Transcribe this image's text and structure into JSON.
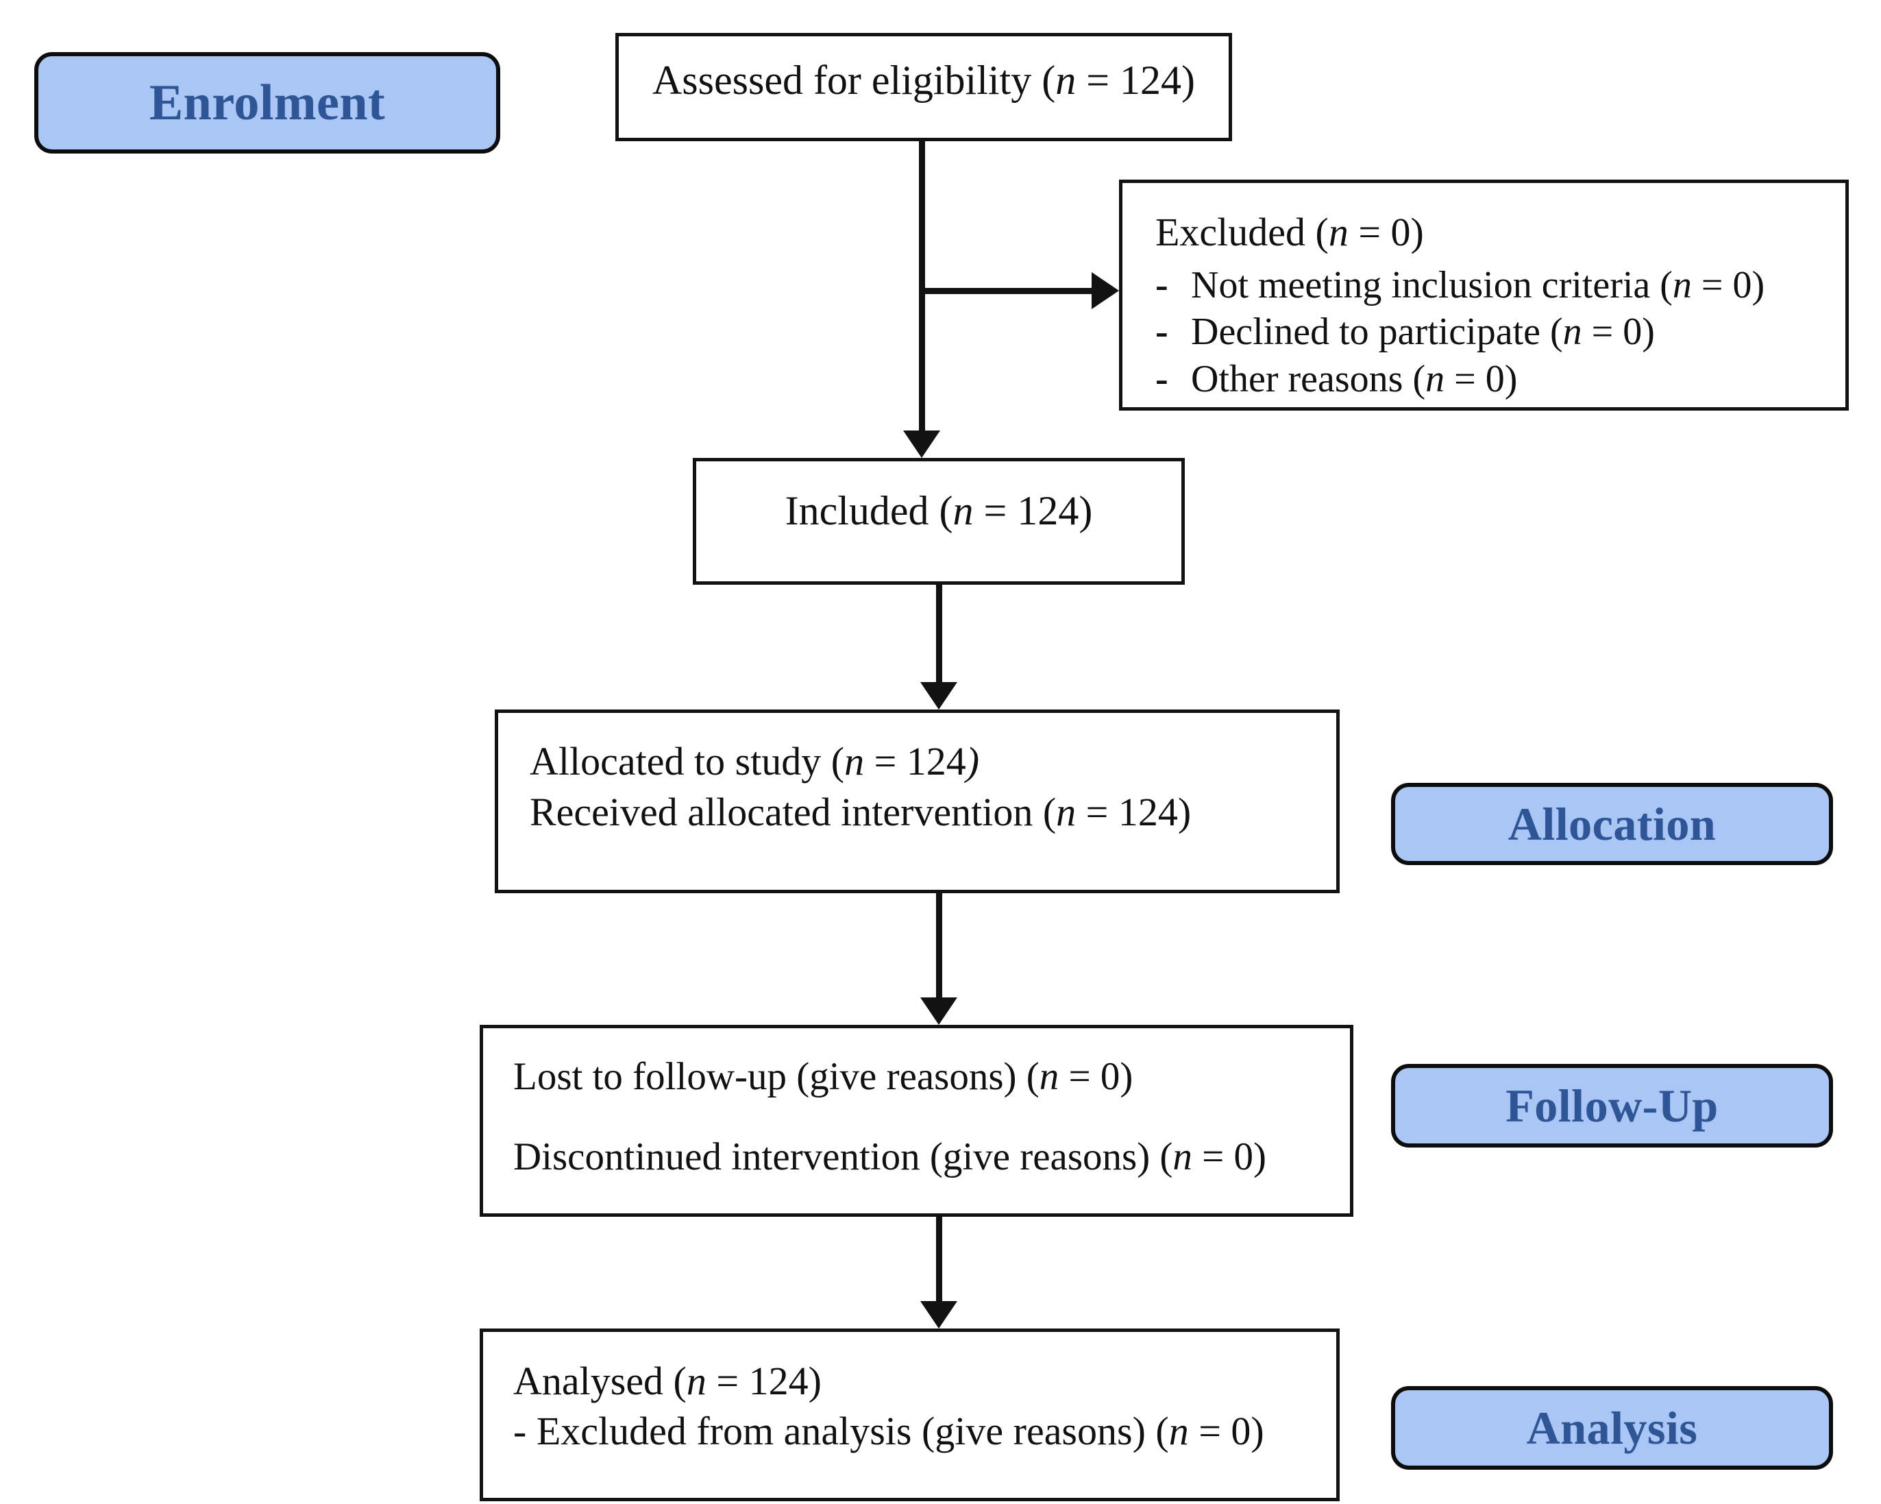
{
  "diagram": {
    "type": "consort-flow-diagram",
    "title": "CONSORT participant flow diagram",
    "colors": {
      "badge_fill": "#a9c6f5",
      "badge_text": "#2e5596",
      "box_border": "#121212",
      "box_fill": "#ffffff",
      "connector": "#121212"
    }
  },
  "stages": [
    {
      "id": "enrolment",
      "label": "Enrolment"
    },
    {
      "id": "allocation",
      "label": "Allocation"
    },
    {
      "id": "followup",
      "label": "Follow-Up"
    },
    {
      "id": "analysis",
      "label": "Analysis"
    }
  ],
  "boxes": {
    "assessed": {
      "id": "assessed-for-eligibility",
      "lines": [
        {
          "pre": "Assessed for eligibility (",
          "italic": "n",
          "post": " = 124)"
        }
      ]
    },
    "excluded": {
      "id": "excluded",
      "heading": {
        "pre": "Excluded  (",
        "italic": "n",
        "post": " = 0)"
      },
      "items": [
        {
          "dash": "-",
          "pre": "Not meeting inclusion criteria (",
          "italic": "n",
          "post": " = 0)"
        },
        {
          "dash": "-",
          "pre": "Declined to participate (",
          "italic": "n",
          "post": " = 0)"
        },
        {
          "dash": "-",
          "pre": "Other reasons (",
          "italic": "n",
          "post": " = 0)"
        }
      ]
    },
    "included": {
      "id": "included",
      "lines": [
        {
          "pre": "Included (",
          "italic": "n",
          "post": " = 124)"
        }
      ]
    },
    "allocated": {
      "id": "allocated-to-study",
      "lines": [
        {
          "pre": "Allocated to study (",
          "italic": "n",
          "post": " = 124",
          "post_italic": ")"
        },
        {
          "pre": "Received allocated intervention (",
          "italic": "n",
          "post": " = 124)"
        }
      ]
    },
    "followup": {
      "id": "follow-up-losses",
      "lines": [
        {
          "pre": "Lost to follow-up (give reasons) (",
          "italic": "n",
          "post": " = 0)"
        },
        {
          "pre": "Discontinued intervention (give reasons) (",
          "italic": "n",
          "post": " = 0)"
        }
      ]
    },
    "analysed": {
      "id": "analysed",
      "lines": [
        {
          "pre": "Analysed  (",
          "italic": "n",
          "post": " = 124)"
        },
        {
          "dash": "-",
          "pre": "Excluded from analysis (give reasons) (",
          "italic": "n",
          "post": " = 0)"
        }
      ]
    }
  },
  "counts": {
    "assessed_for_eligibility": 124,
    "excluded_total": 0,
    "excluded_not_meeting_inclusion_criteria": 0,
    "excluded_declined_to_participate": 0,
    "excluded_other_reasons": 0,
    "included": 124,
    "allocated_to_study": 124,
    "received_allocated_intervention": 124,
    "lost_to_follow_up": 0,
    "discontinued_intervention": 0,
    "analysed": 124,
    "excluded_from_analysis": 0
  },
  "connectors": [
    {
      "id": "assessed-to-included",
      "kind": "arrow-down"
    },
    {
      "id": "assessed-to-excluded",
      "kind": "arrow-right"
    },
    {
      "id": "included-to-allocated",
      "kind": "arrow-down"
    },
    {
      "id": "allocated-to-followup",
      "kind": "arrow-down"
    },
    {
      "id": "followup-to-analysed",
      "kind": "arrow-down"
    }
  ]
}
